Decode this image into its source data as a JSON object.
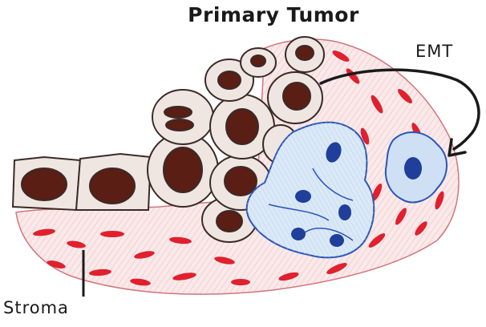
{
  "title": "Primary Tumor",
  "labels": {
    "emt": "EMT",
    "stroma": "Stroma"
  },
  "colors": {
    "stroma_red": "#e0202e",
    "tumor_brown": "#5a1e14",
    "mesenchymal_blue": "#2a56b8",
    "outline": "#3a2a28"
  }
}
